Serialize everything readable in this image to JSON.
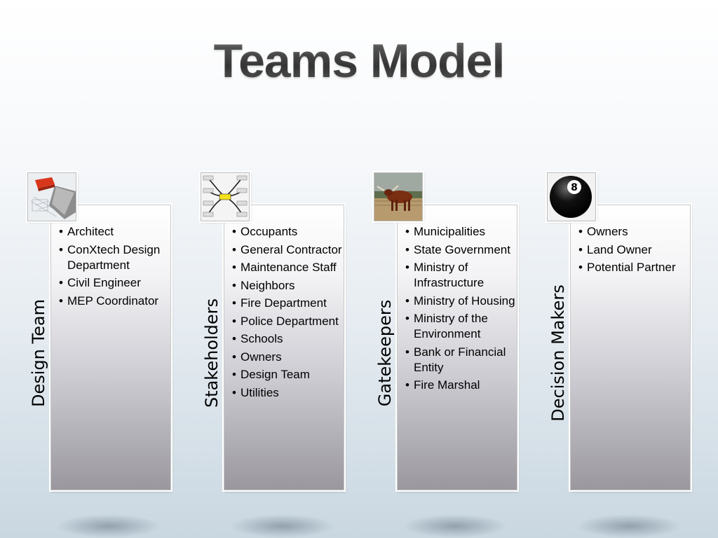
{
  "title": "Teams Model",
  "columns": [
    {
      "label": "Design Team",
      "icon": "blueprint-ruler-image",
      "items": [
        "Architect",
        "ConXtech Design Department",
        "Civil Engineer",
        "MEP Coordinator"
      ]
    },
    {
      "label": "Stakeholders",
      "icon": "mind-map-image",
      "items": [
        "Occupants",
        "General Contractor",
        "Maintenance Staff",
        "Neighbors",
        "Fire Department",
        "Police Department",
        "Schools",
        "Owners",
        "Design Team",
        "Utilities"
      ]
    },
    {
      "label": "Gatekeepers",
      "icon": "bull-image",
      "items": [
        "Municipalities",
        "State Government",
        "Ministry of Infrastructure",
        "Ministry of Housing",
        "Ministry of the Environment",
        "Bank or Financial Entity",
        "Fire Marshal"
      ]
    },
    {
      "label": "Decision Makers",
      "icon": "eight-ball-image",
      "items": [
        "Owners",
        "Land Owner",
        "Potential Partner"
      ]
    }
  ]
}
